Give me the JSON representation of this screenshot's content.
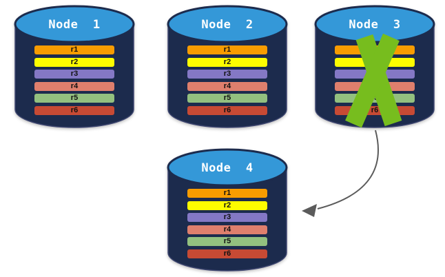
{
  "colors": {
    "cylinder_top": "#3498D8",
    "cylinder_body": "#1C2B4D",
    "cylinder_edge": "#3E4670",
    "node_title": "#FFFFFF",
    "row_label": "#111111",
    "failure_x": "#77BD1E",
    "arrow": "#5B5B5B"
  },
  "nodes": [
    {
      "label": "Node  1",
      "crossed_out": false,
      "rows": [
        {
          "label": "r1",
          "color": "#F89C00"
        },
        {
          "label": "r2",
          "color": "#FDFD00"
        },
        {
          "label": "r3",
          "color": "#8478C5"
        },
        {
          "label": "r4",
          "color": "#DF7F6D"
        },
        {
          "label": "r5",
          "color": "#93C07F"
        },
        {
          "label": "r6",
          "color": "#C74A34"
        }
      ]
    },
    {
      "label": "Node  2",
      "crossed_out": false,
      "rows": [
        {
          "label": "r1",
          "color": "#F89C00"
        },
        {
          "label": "r2",
          "color": "#FDFD00"
        },
        {
          "label": "r3",
          "color": "#8478C5"
        },
        {
          "label": "r4",
          "color": "#DF7F6D"
        },
        {
          "label": "r5",
          "color": "#93C07F"
        },
        {
          "label": "r6",
          "color": "#C74A34"
        }
      ]
    },
    {
      "label": "Node  3",
      "crossed_out": true,
      "rows": [
        {
          "label": "r1",
          "color": "#F89C00"
        },
        {
          "label": "r2",
          "color": "#FDFD00"
        },
        {
          "label": "r3",
          "color": "#8478C5"
        },
        {
          "label": "r4",
          "color": "#DF7F6D"
        },
        {
          "label": "r5",
          "color": "#93C07F"
        },
        {
          "label": "r6",
          "color": "#C74A34"
        }
      ]
    },
    {
      "label": "Node  4",
      "crossed_out": false,
      "rows": [
        {
          "label": "r1",
          "color": "#F89C00"
        },
        {
          "label": "r2",
          "color": "#FDFD00"
        },
        {
          "label": "r3",
          "color": "#8478C5"
        },
        {
          "label": "r4",
          "color": "#DF7F6D"
        },
        {
          "label": "r5",
          "color": "#93C07F"
        },
        {
          "label": "r6",
          "color": "#C74A34"
        }
      ]
    }
  ]
}
